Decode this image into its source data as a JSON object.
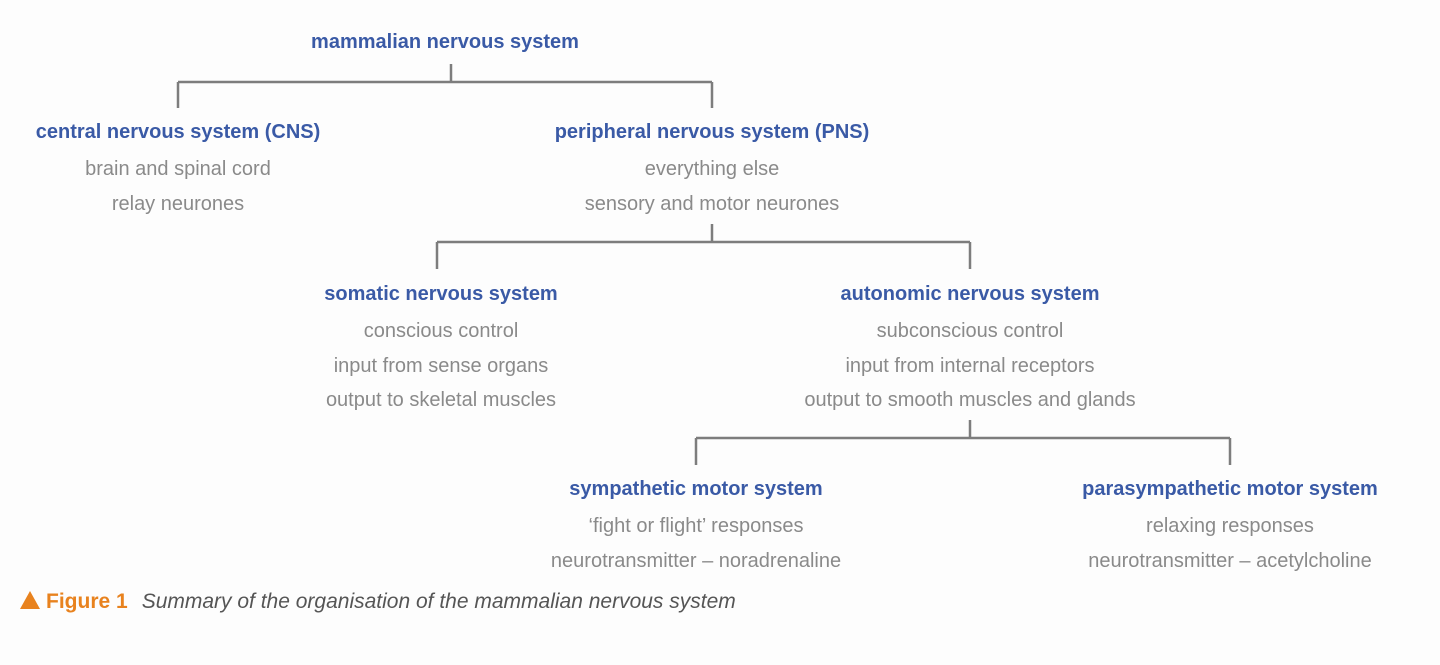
{
  "root": {
    "title": "mammalian nervous system"
  },
  "cns": {
    "title": "central nervous system (CNS)",
    "lines": [
      "brain and spinal cord",
      "relay neurones"
    ]
  },
  "pns": {
    "title": "peripheral nervous system (PNS)",
    "lines": [
      "everything else",
      "sensory and motor neurones"
    ]
  },
  "somatic": {
    "title": "somatic nervous system",
    "lines": [
      "conscious control",
      "input from sense organs",
      "output to skeletal muscles"
    ]
  },
  "autonomic": {
    "title": "autonomic nervous system",
    "lines": [
      "subconscious control",
      "input from internal receptors",
      "output to smooth muscles and glands"
    ]
  },
  "sympathetic": {
    "title": "sympathetic motor system",
    "lines": [
      "‘fight or flight’ responses",
      "neurotransmitter – noradrenaline"
    ]
  },
  "parasympathetic": {
    "title": "parasympathetic motor system",
    "lines": [
      "relaxing responses",
      "neurotransmitter – acetylcholine"
    ]
  },
  "caption": {
    "label": "Figure 1",
    "text": "Summary of the organisation of the mammalian nervous system"
  },
  "colors": {
    "title": "#3a5aa6",
    "body": "#8a8a8a",
    "connector": "#7d7d7d",
    "figure_accent": "#e8821e"
  }
}
